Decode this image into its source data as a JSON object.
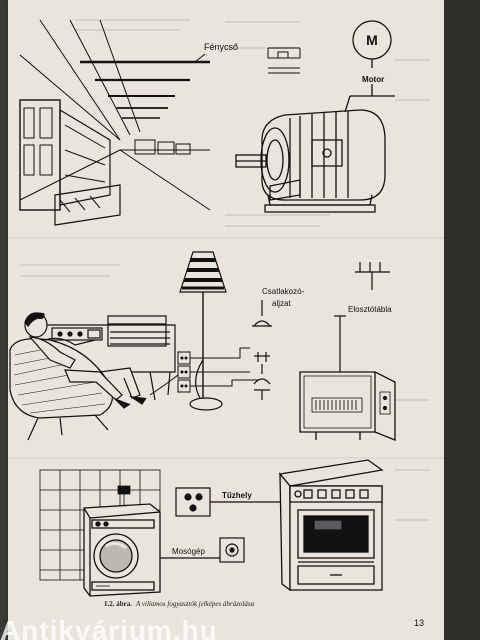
{
  "labels": {
    "fenycso": "Fénycső",
    "motor": "Motor",
    "motor_symbol": "M",
    "csatlakozo_line1": "Csatlakozó-",
    "csatlakozo_line2": "aljzat",
    "elosztotabla": "Elosztótábla",
    "tuzhely": "Tűzhely",
    "mosogep": "Mosógép"
  },
  "caption": {
    "number": "1.2. ábra.",
    "text": "A villamos fogyasztók jelképes ábrázolása"
  },
  "page_number": "13",
  "watermark": "Antikvárium.hu",
  "colors": {
    "paper": "#e9e5dc",
    "ink": "#111111",
    "background": "#3b3a37"
  }
}
